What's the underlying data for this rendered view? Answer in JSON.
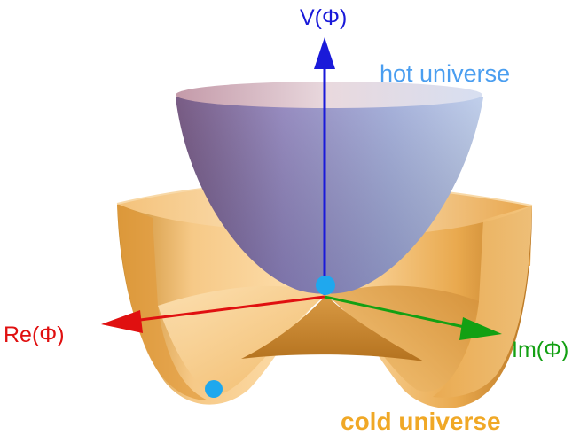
{
  "labels": {
    "v_axis": "V(Φ)",
    "re_axis": "Re(Φ)",
    "im_axis": "Im(Φ)",
    "hot": "hot universe",
    "cold": "cold universe"
  },
  "colors": {
    "v_axis": "#1a1ad9",
    "re_axis": "#e01010",
    "im_axis": "#13a013",
    "hot_text": "#4a9ef0",
    "cold_text": "#f0a826",
    "marker": "#1fa8ee",
    "hot_surface": "#8f8fc9",
    "cold_surface": "#f3b25e"
  }
}
